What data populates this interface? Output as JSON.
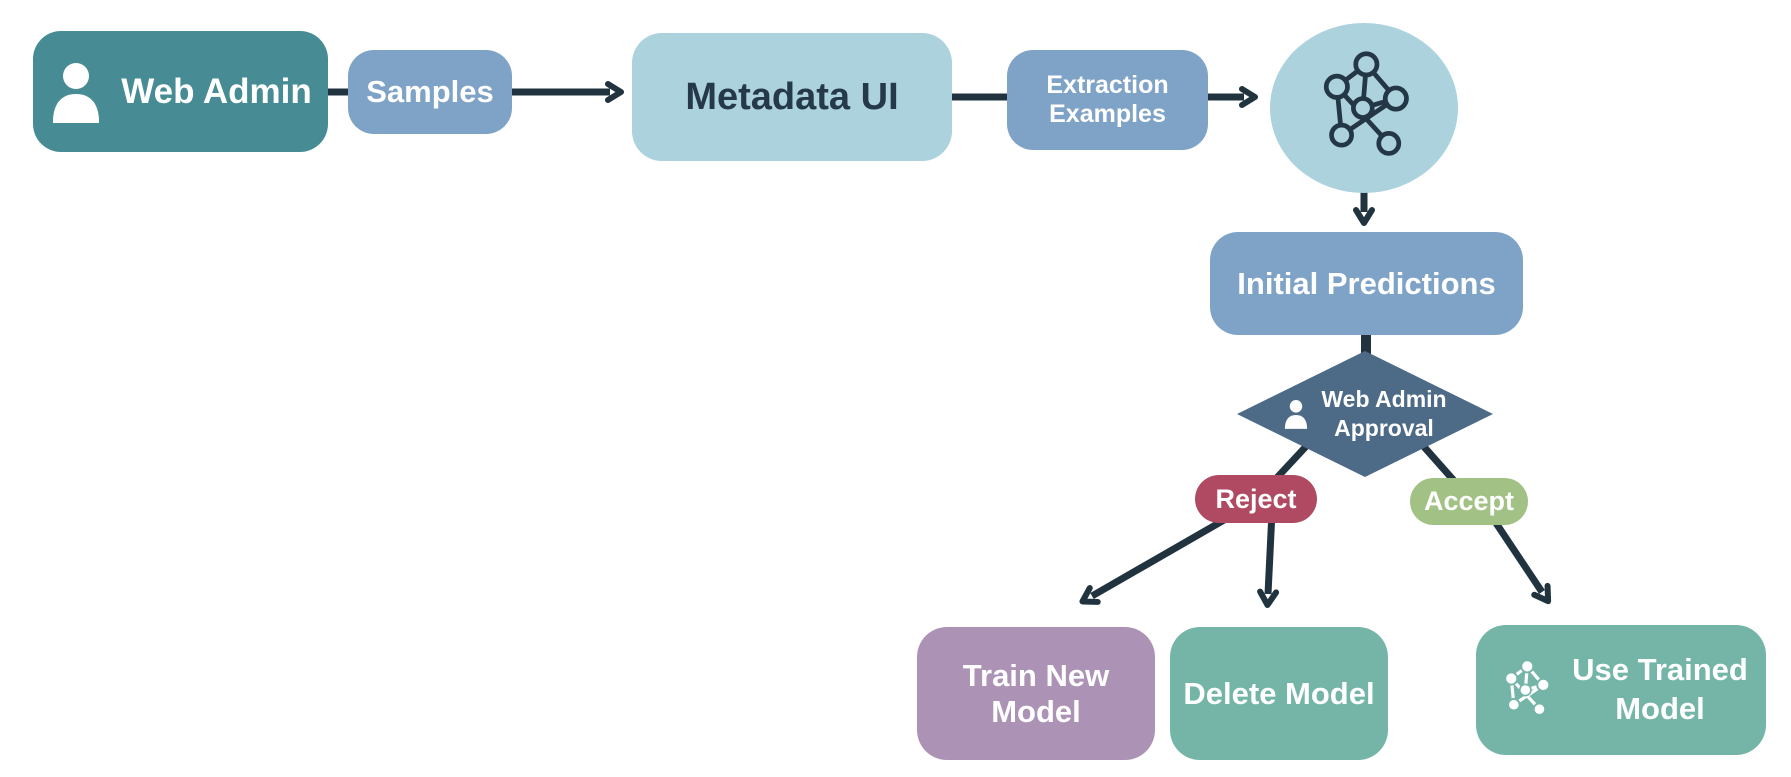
{
  "diagram": {
    "arrow_color": "#20333F",
    "nodes": {
      "web_admin": {
        "label": "Web Admin",
        "color": "#478C94",
        "text_color": "#FFFFFF",
        "icon": "person-icon"
      },
      "samples": {
        "label": "Samples",
        "color": "#7FA3C6",
        "text_color": "#FFFFFF"
      },
      "metadata_ui": {
        "label": "Metadata UI",
        "color": "#ABD2DD",
        "text_color": "#25394A"
      },
      "extraction_examples": {
        "label": "Extraction\nExamples",
        "color": "#7FA3C6",
        "text_color": "#FFFFFF"
      },
      "neural_network": {
        "label": "",
        "color": "#ABD2DD",
        "icon": "neural-network-icon"
      },
      "initial_predictions": {
        "label": "Initial Predictions",
        "color": "#7FA3C6",
        "text_color": "#FFFFFF"
      },
      "web_admin_approval": {
        "line1": "Web Admin",
        "line2": "Approval",
        "color": "#4D6A87",
        "text_color": "#FFFFFF",
        "icon": "person-icon"
      },
      "reject": {
        "label": "Reject",
        "color": "#B04A63",
        "text_color": "#FFFFFF"
      },
      "accept": {
        "label": "Accept",
        "color": "#A2C185",
        "text_color": "#FFFFFF"
      },
      "train_new_model": {
        "label": "Train New Model",
        "color": "#AC93B5",
        "text_color": "#FFFFFF"
      },
      "delete_model": {
        "label": "Delete Model",
        "color": "#74B5A8",
        "text_color": "#FFFFFF"
      },
      "use_trained_model": {
        "line1": "Use Trained",
        "line2": "Model",
        "color": "#74B5A8",
        "text_color": "#FFFFFF",
        "icon": "neural-network-icon"
      }
    },
    "edges": [
      {
        "from": "Web Admin",
        "to": "Metadata UI",
        "via": "Samples"
      },
      {
        "from": "Metadata UI",
        "to": "Neural Network",
        "via": "Extraction Examples"
      },
      {
        "from": "Neural Network",
        "to": "Initial Predictions"
      },
      {
        "from": "Initial Predictions",
        "to": "Web Admin Approval"
      },
      {
        "from": "Web Admin Approval",
        "to": "Train New Model",
        "via": "Reject"
      },
      {
        "from": "Web Admin Approval",
        "to": "Delete Model",
        "via": "Reject"
      },
      {
        "from": "Web Admin Approval",
        "to": "Use Trained Model",
        "via": "Accept"
      }
    ]
  }
}
